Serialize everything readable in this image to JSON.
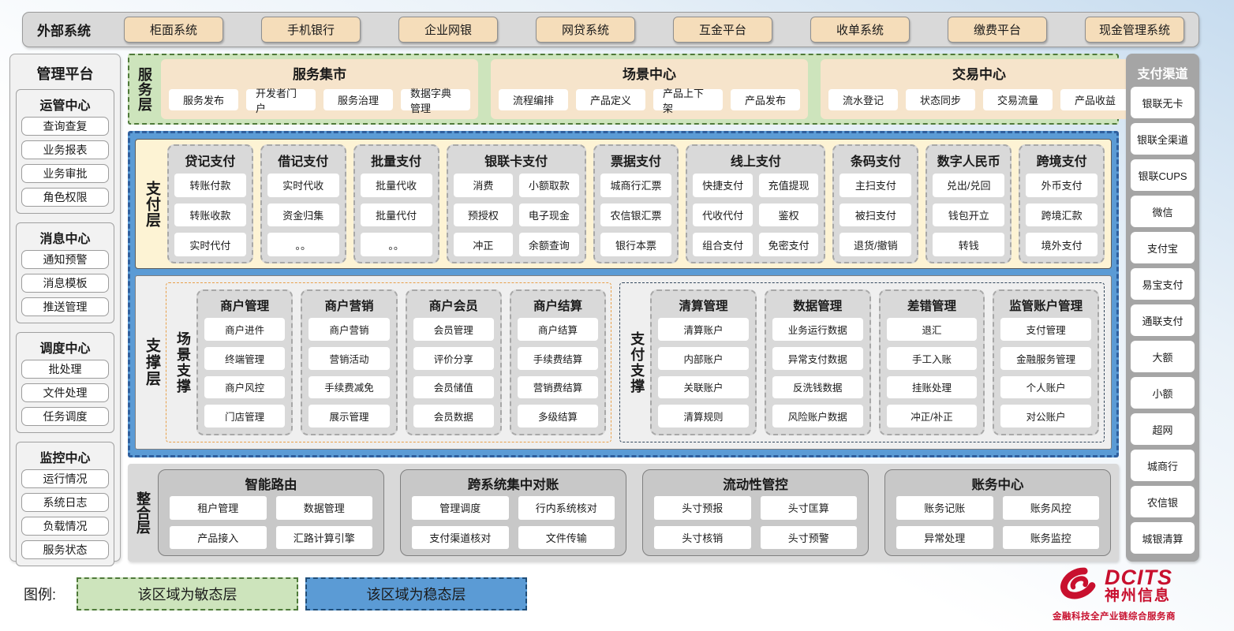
{
  "external_systems": {
    "label": "外部系统",
    "items": [
      "柜面系统",
      "手机银行",
      "企业网银",
      "网贷系统",
      "互金平台",
      "收单系统",
      "缴费平台",
      "现金管理系统"
    ]
  },
  "management_platform": {
    "title": "管理平台",
    "sections": [
      {
        "title": "运管中心",
        "items": [
          "查询查复",
          "业务报表",
          "业务审批",
          "角色权限"
        ]
      },
      {
        "title": "消息中心",
        "items": [
          "通知预警",
          "消息模板",
          "推送管理"
        ]
      },
      {
        "title": "调度中心",
        "items": [
          "批处理",
          "文件处理",
          "任务调度"
        ]
      },
      {
        "title": "监控中心",
        "items": [
          "运行情况",
          "系统日志",
          "负载情况",
          "服务状态"
        ]
      }
    ]
  },
  "service_layer": {
    "label": "服务层",
    "groups": [
      {
        "title": "服务集市",
        "items": [
          "服务发布",
          "开发者门户",
          "服务治理",
          "数据字典管理"
        ]
      },
      {
        "title": "场景中心",
        "items": [
          "流程编排",
          "产品定义",
          "产品上下架",
          "产品发布"
        ]
      },
      {
        "title": "交易中心",
        "items": [
          "流水登记",
          "状态同步",
          "交易流量",
          "产品收益"
        ]
      }
    ]
  },
  "payment_layer": {
    "label": "支付层",
    "groups": [
      {
        "title": "贷记支付",
        "cols": 1,
        "items": [
          "转账付款",
          "转账收款",
          "实时代付"
        ]
      },
      {
        "title": "借记支付",
        "cols": 1,
        "items": [
          "实时代收",
          "资金归集",
          "。。"
        ]
      },
      {
        "title": "批量支付",
        "cols": 1,
        "items": [
          "批量代收",
          "批量代付",
          "。。"
        ]
      },
      {
        "title": "银联卡支付",
        "cols": 2,
        "items": [
          "消费",
          "小额取款",
          "预授权",
          "电子现金",
          "冲正",
          "余额查询"
        ]
      },
      {
        "title": "票据支付",
        "cols": 1,
        "items": [
          "城商行汇票",
          "农信银汇票",
          "银行本票"
        ]
      },
      {
        "title": "线上支付",
        "cols": 2,
        "items": [
          "快捷支付",
          "充值提现",
          "代收代付",
          "鉴权",
          "组合支付",
          "免密支付"
        ]
      },
      {
        "title": "条码支付",
        "cols": 1,
        "items": [
          "主扫支付",
          "被扫支付",
          "退货/撤销"
        ]
      },
      {
        "title": "数字人民币",
        "cols": 1,
        "items": [
          "兑出/兑回",
          "钱包开立",
          "转钱"
        ]
      },
      {
        "title": "跨境支付",
        "cols": 1,
        "items": [
          "外币支付",
          "跨境汇款",
          "境外支付"
        ]
      }
    ]
  },
  "support_layer": {
    "label": "支撑层",
    "sections": [
      {
        "label": "场景支撑",
        "groups": [
          {
            "title": "商户管理",
            "items": [
              "商户进件",
              "终端管理",
              "商户风控",
              "门店管理"
            ]
          },
          {
            "title": "商户营销",
            "items": [
              "商户营销",
              "营销活动",
              "手续费减免",
              "展示管理"
            ]
          },
          {
            "title": "商户会员",
            "items": [
              "会员管理",
              "评价分享",
              "会员储值",
              "会员数据"
            ]
          },
          {
            "title": "商户结算",
            "items": [
              "商户结算",
              "手续费结算",
              "营销费结算",
              "多级结算"
            ]
          }
        ]
      },
      {
        "label": "支付支撑",
        "groups": [
          {
            "title": "清算管理",
            "items": [
              "清算账户",
              "内部账户",
              "关联账户",
              "清算规则"
            ]
          },
          {
            "title": "数据管理",
            "items": [
              "业务运行数据",
              "异常支付数据",
              "反洗钱数据",
              "风险账户数据"
            ]
          },
          {
            "title": "差错管理",
            "items": [
              "退汇",
              "手工入账",
              "挂账处理",
              "冲正/补正"
            ]
          },
          {
            "title": "监管账户管理",
            "items": [
              "支付管理",
              "金融服务管理",
              "个人账户",
              "对公账户"
            ]
          }
        ]
      }
    ]
  },
  "integration_layer": {
    "label": "整合层",
    "groups": [
      {
        "title": "智能路由",
        "items": [
          "租户管理",
          "数据管理",
          "产品接入",
          "汇路计算引擎"
        ]
      },
      {
        "title": "跨系统集中对账",
        "items": [
          "管理调度",
          "行内系统核对",
          "支付渠道核对",
          "文件传输"
        ]
      },
      {
        "title": "流动性管控",
        "items": [
          "头寸预报",
          "头寸匡算",
          "头寸核销",
          "头寸预警"
        ]
      },
      {
        "title": "账务中心",
        "items": [
          "账务记账",
          "账务风控",
          "异常处理",
          "账务监控"
        ]
      }
    ]
  },
  "payment_channels": {
    "title": "支付渠道",
    "items": [
      "银联无卡",
      "银联全渠道",
      "银联CUPS",
      "微信",
      "支付宝",
      "易宝支付",
      "通联支付",
      "大额",
      "小额",
      "超网",
      "城商行",
      "农信银",
      "城银清算"
    ]
  },
  "legend": {
    "label": "图例:",
    "agile": "该区域为敏态层",
    "stable": "该区域为稳态层"
  },
  "logo": {
    "brand": "DCITS",
    "name": "神州信息",
    "tagline": "金融科技全产业链综合服务商"
  },
  "colors": {
    "agile_green": "#cde4bc",
    "stable_blue": "#5b9bd5",
    "brand_red": "#c8102e"
  }
}
